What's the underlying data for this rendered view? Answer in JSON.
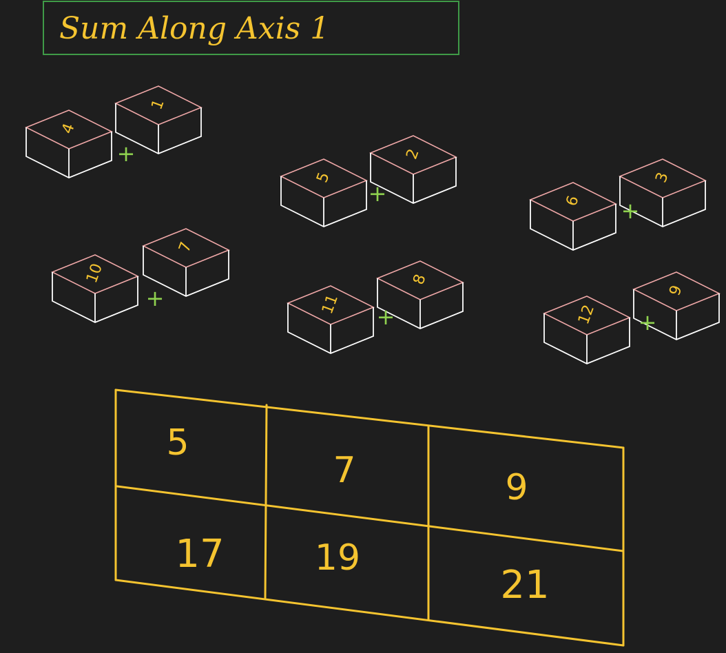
{
  "title": "Sum Along Axis 1",
  "colors": {
    "background": "#1e1e1e",
    "title_box": "#3f9b47",
    "title_text": "#f5c430",
    "cube_edge": "#ffffff",
    "cube_top_edge": "#f0a8a8",
    "cube_label": "#f5c430",
    "plus": "#8fd14f",
    "grid": "#f5c430",
    "grid_text": "#f5c430"
  },
  "plus_sign": "+",
  "pairs": [
    {
      "a": "4",
      "b": "1"
    },
    {
      "a": "5",
      "b": "2"
    },
    {
      "a": "6",
      "b": "3"
    },
    {
      "a": "10",
      "b": "7"
    },
    {
      "a": "11",
      "b": "8"
    },
    {
      "a": "12",
      "b": "9"
    }
  ],
  "result": {
    "rows": [
      [
        "5",
        "7",
        "9"
      ],
      [
        "17",
        "19",
        "21"
      ]
    ]
  }
}
